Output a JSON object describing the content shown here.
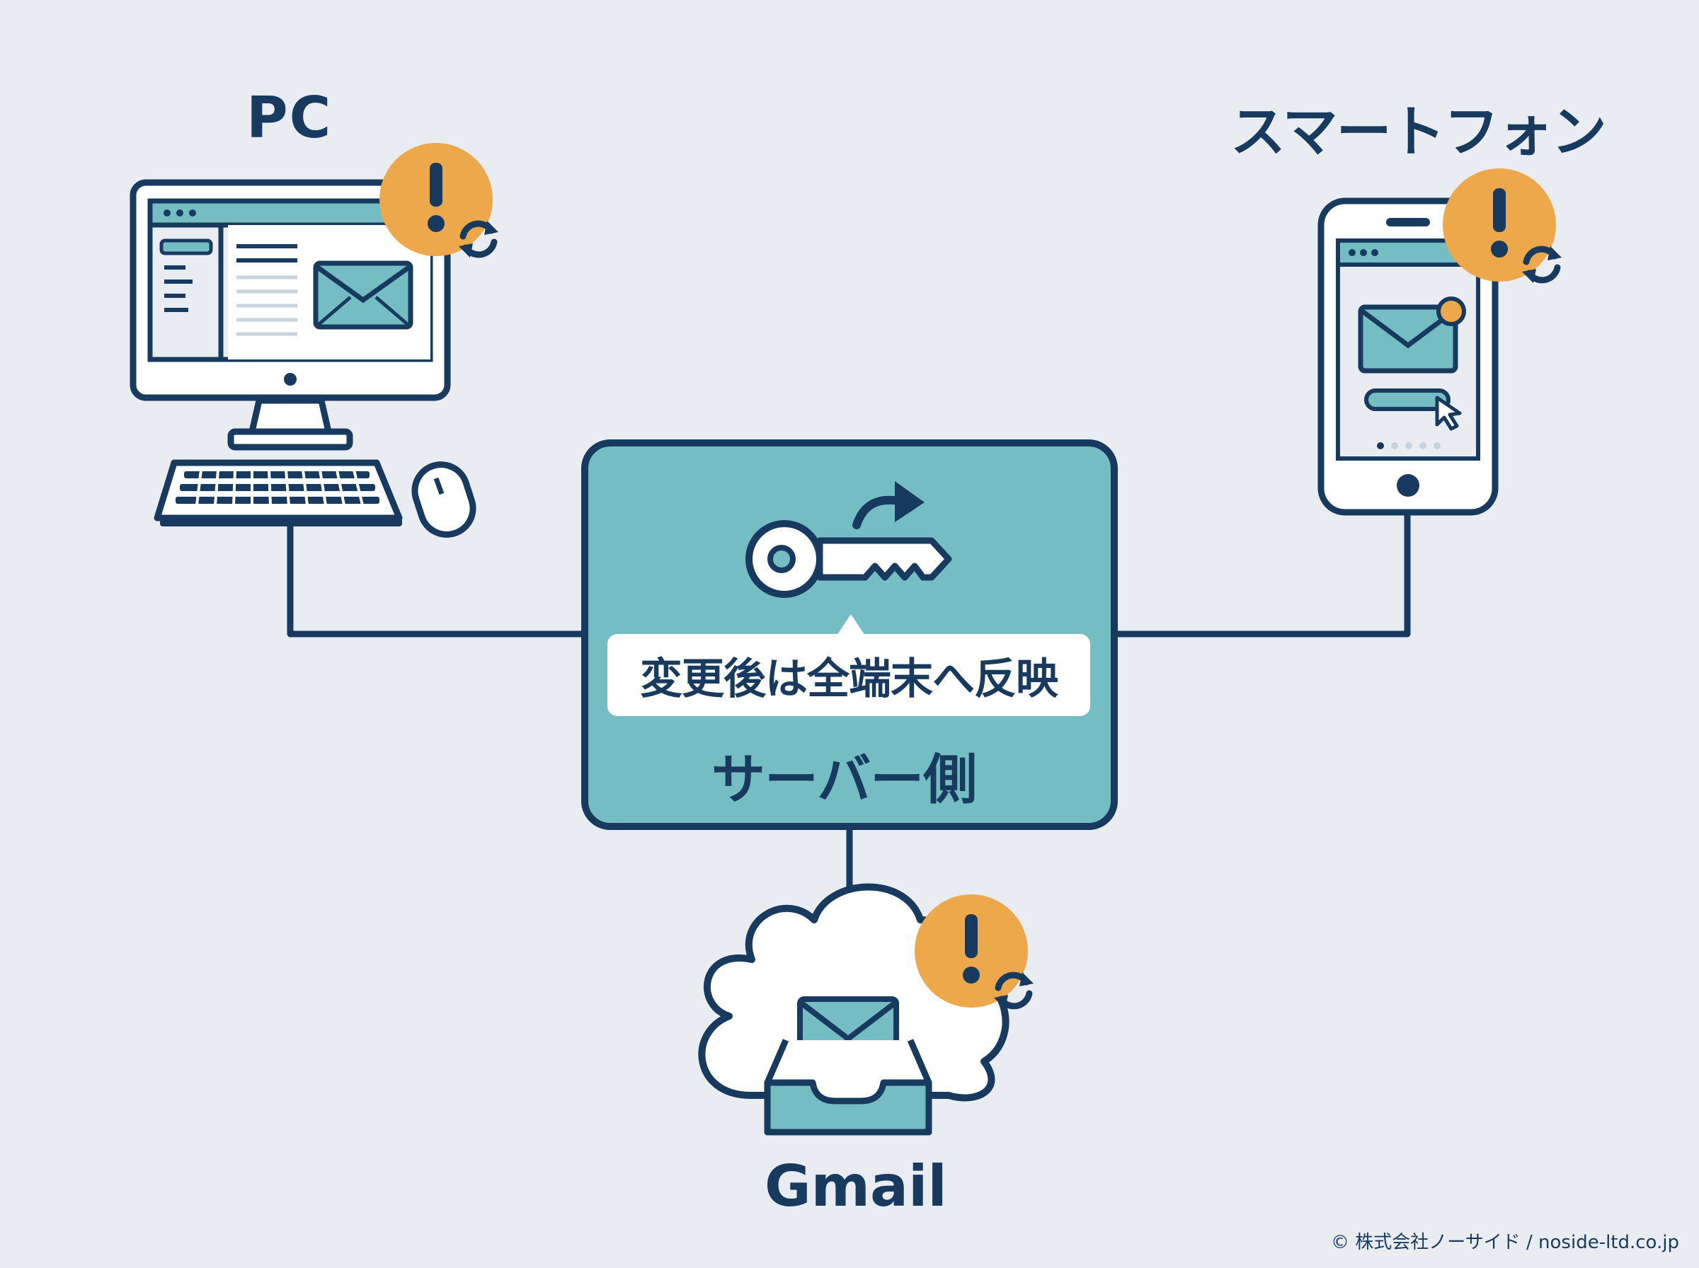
{
  "devices": {
    "pc": {
      "label": "PC",
      "icon": "desktop-computer-icon"
    },
    "smartphone": {
      "label": "スマートフォン",
      "icon": "smartphone-icon"
    },
    "gmail": {
      "label": "Gmail",
      "icon": "cloud-inbox-icon"
    }
  },
  "server": {
    "title": "サーバー側",
    "callout": "変更後は全端末へ反映",
    "icon": "key-change-icon"
  },
  "warning_icon": "warning-sync-icon",
  "copyright": "© 株式会社ノーサイド / noside-ltd.co.jp",
  "colors": {
    "background": "#e9edf2",
    "navy": "#173a5e",
    "teal": "#74bec3",
    "orange": "#eca84a",
    "white": "#ffffff"
  }
}
